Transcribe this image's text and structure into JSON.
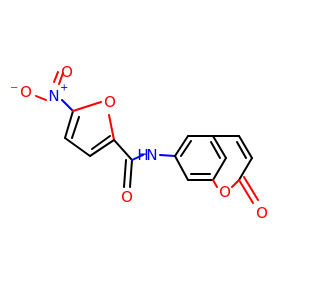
{
  "colors": {
    "carbon": "#000000",
    "oxygen": "#ff0000",
    "nitrogen": "#0000ff"
  },
  "atoms": {
    "nitro_o_top": {
      "text": "O",
      "element": "oxygen"
    },
    "nitro_n": {
      "text": "N",
      "element": "nitrogen",
      "charge": "+"
    },
    "nitro_o_minus": {
      "text": "O",
      "element": "oxygen",
      "charge": "−"
    },
    "furan_o": {
      "text": "O",
      "element": "oxygen"
    },
    "amide_n": {
      "text": "N",
      "element": "nitrogen"
    },
    "amide_h": {
      "text": "H",
      "element": "nitrogen"
    },
    "amide_o": {
      "text": "O",
      "element": "oxygen"
    },
    "ring_o": {
      "text": "O",
      "element": "oxygen"
    },
    "lactone_o": {
      "text": "O",
      "element": "oxygen"
    }
  }
}
